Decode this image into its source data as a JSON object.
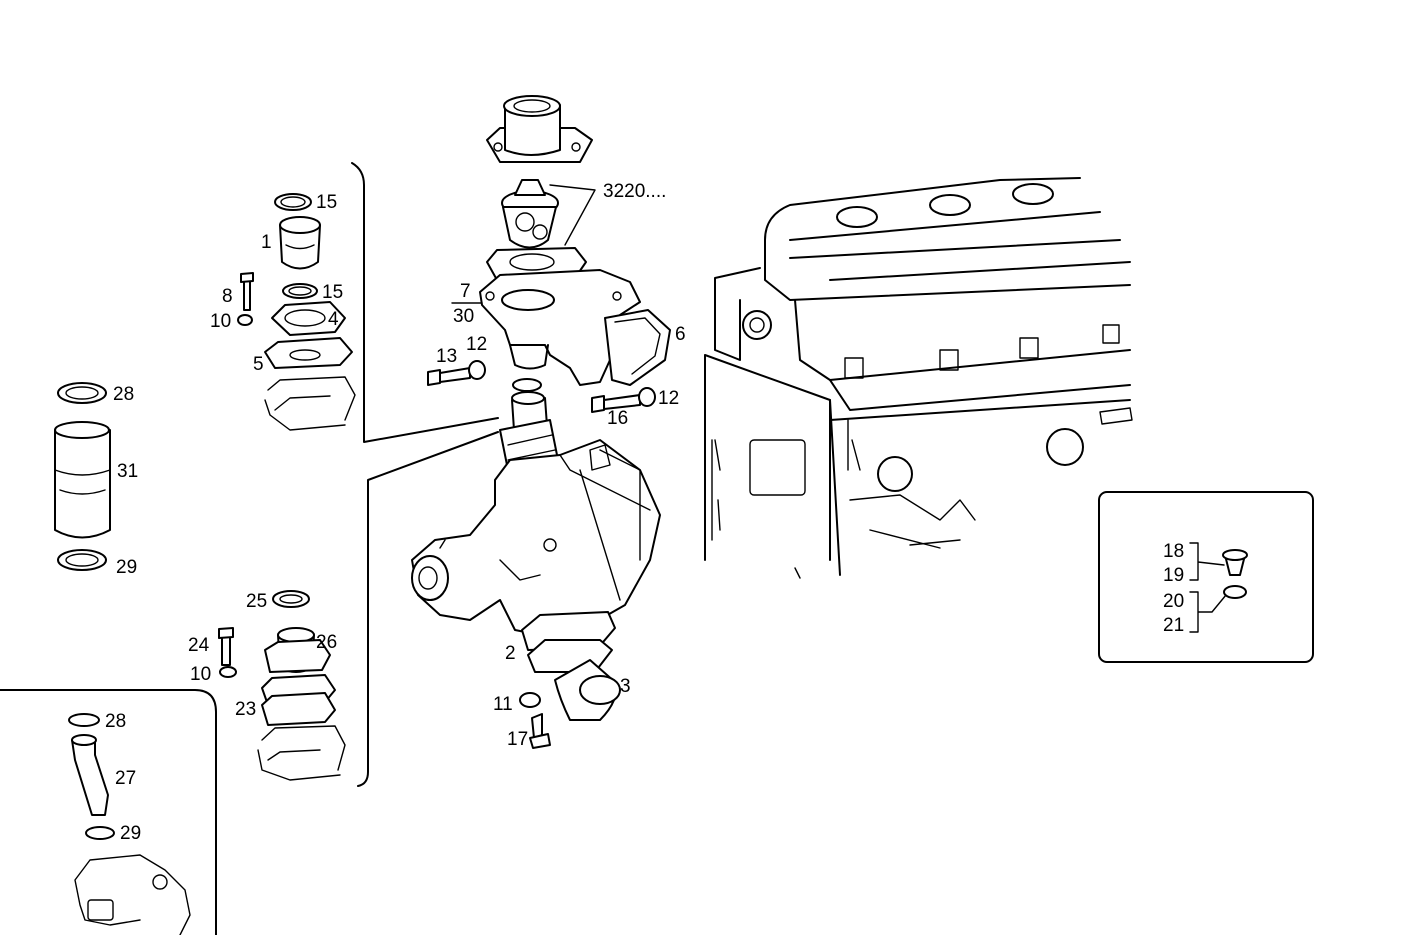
{
  "diagram": {
    "labels": {
      "l15a": "15",
      "l1": "1",
      "l8": "8",
      "l15b": "15",
      "l10a": "10",
      "l4": "4",
      "l5": "5",
      "l28a": "28",
      "l31": "31",
      "l29a": "29",
      "l3220": "3220....",
      "l7": "7",
      "l30": "30",
      "l6": "6",
      "l13": "13",
      "l12a": "12",
      "l12b": "12",
      "l16": "16",
      "l25": "25",
      "l24": "24",
      "l26": "26",
      "l10b": "10",
      "l23": "23",
      "l2": "2",
      "l3": "3",
      "l11": "11",
      "l17": "17",
      "l28b": "28",
      "l27": "27",
      "l29b": "29",
      "l18": "18",
      "l19": "19",
      "l20": "20",
      "l21": "21"
    }
  }
}
